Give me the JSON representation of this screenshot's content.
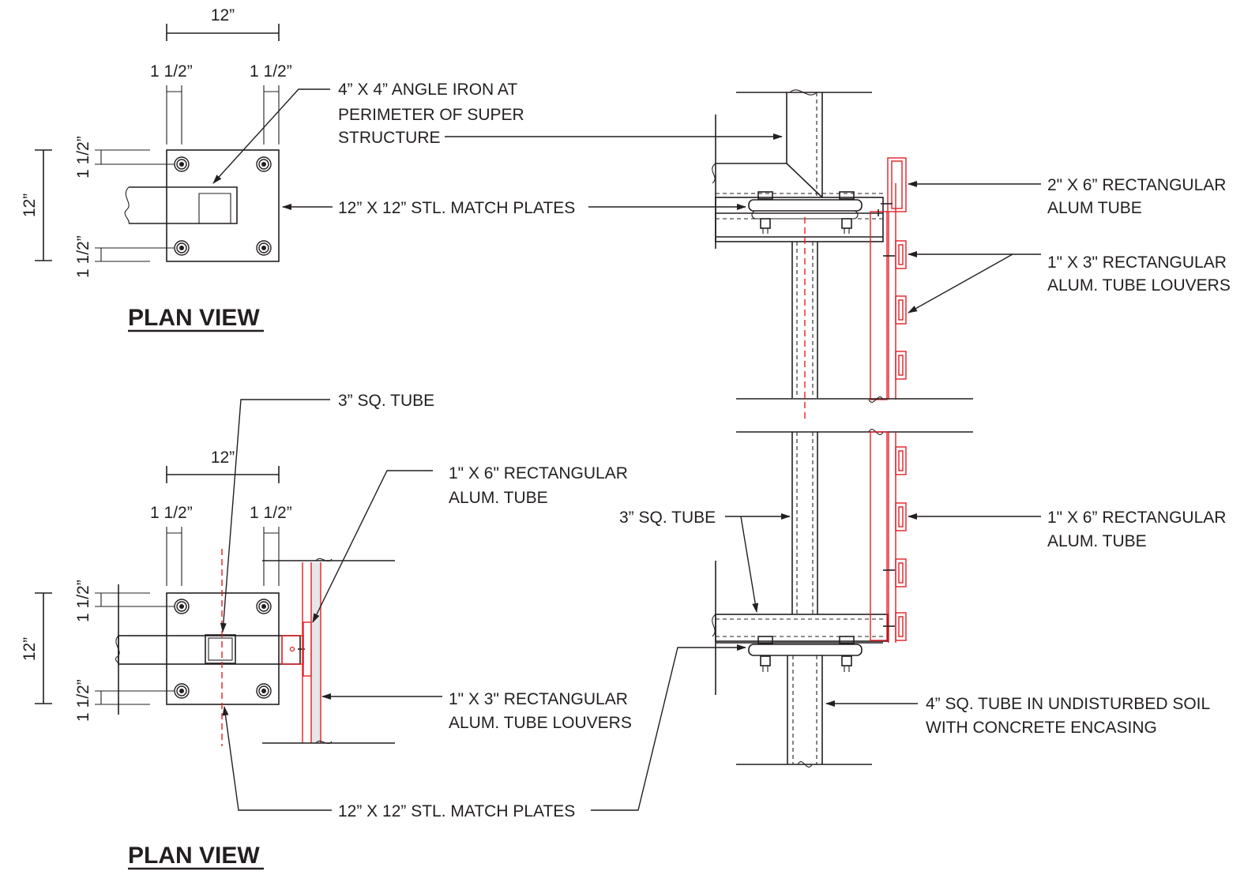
{
  "plan_top": {
    "width_dim": "12”",
    "height_dim": "12”",
    "bolt_off_left": "1 1/2”",
    "bolt_off_right": "1 1/2”",
    "bolt_off_top": "1 1/2”",
    "bolt_off_bottom": "1 1/2”",
    "title": "PLAN VIEW"
  },
  "plan_bottom": {
    "width_dim": "12”",
    "height_dim": "12”",
    "bolt_off_left": "1 1/2”",
    "bolt_off_right": "1 1/2”",
    "bolt_off_top": "1 1/2”",
    "bolt_off_bottom": "1 1/2”",
    "title": "PLAN VIEW"
  },
  "callouts": {
    "angle_iron": [
      "4” X 4” ANGLE IRON AT",
      "PERIMETER OF SUPER",
      "STRUCTURE"
    ],
    "match_plates_top": "12” X 12” STL. MATCH PLATES",
    "rect_tube_2x6": [
      "2\" X 6” RECTANGULAR",
      "ALUM TUBE"
    ],
    "louvers_1x3_right": [
      "1\" X 3\" RECTANGULAR",
      "ALUM. TUBE LOUVERS"
    ],
    "sq_tube_3_plan": "3” SQ. TUBE",
    "rect_tube_1x6_plan": [
      "1\" X 6\" RECTANGULAR",
      "ALUM. TUBE"
    ],
    "sq_tube_3_elev": "3” SQ. TUBE",
    "rect_tube_1x6_elev": [
      "1\" X 6” RECTANGULAR",
      "ALUM. TUBE"
    ],
    "louvers_1x3_plan": [
      "1\" X 3\" RECTANGULAR",
      "ALUM. TUBE LOUVERS"
    ],
    "sq_tube_4": [
      "4” SQ. TUBE IN UNDISTURBED SOIL",
      "WITH CONCRETE ENCASING"
    ],
    "match_plates_bottom": "12” X 12” STL. MATCH PLATES"
  },
  "colors": {
    "ink": "#231f20",
    "red": "#e31e24"
  }
}
